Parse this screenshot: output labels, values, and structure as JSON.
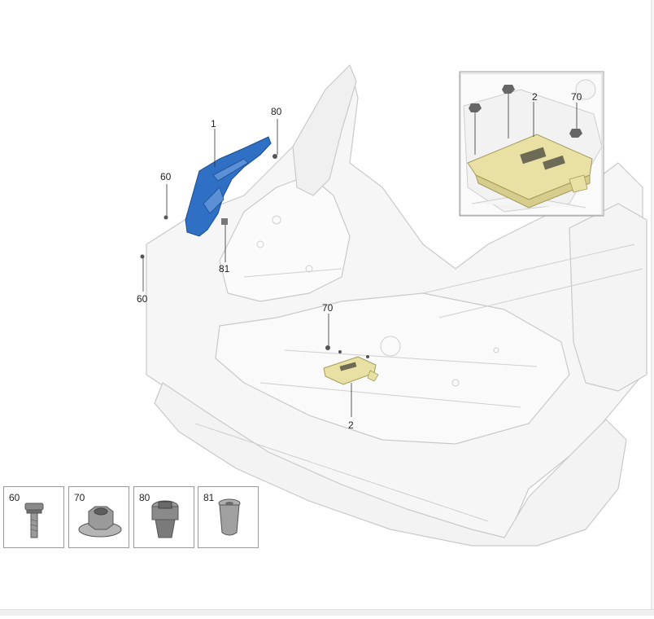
{
  "diagram": {
    "callouts": {
      "part_1": "1",
      "part_80_top": "80",
      "part_60_upper": "60",
      "part_60_lower": "60",
      "part_81": "81",
      "part_70_main": "70",
      "part_2_main": "2",
      "inset_2": "2",
      "inset_70": "70"
    },
    "legend": [
      {
        "label": "60",
        "icon": "bolt-icon"
      },
      {
        "label": "70",
        "icon": "hex-nut-icon"
      },
      {
        "label": "80",
        "icon": "clip-nut-icon"
      },
      {
        "label": "81",
        "icon": "sleeve-icon"
      }
    ],
    "colors": {
      "highlight_part": "#2f6fc4",
      "module": "#e9e1a3",
      "body_line": "#c9c9c9"
    }
  }
}
